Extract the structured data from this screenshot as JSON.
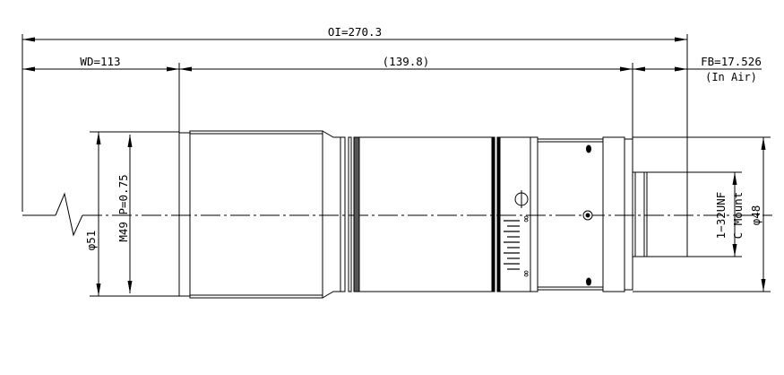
{
  "dimensions": {
    "overall_length": "OI=270.3",
    "working_distance": "WD=113",
    "body_length": "(139.8)",
    "flange_back": "FB=17.526",
    "flange_back_note": "(In Air)",
    "front_diameter": "φ51",
    "filter_thread": "M49 P=0.75",
    "mount_thread": "1−32UNF",
    "mount_type": "C Mount",
    "rear_diameter": "φ48"
  },
  "focus_scale": {
    "infinity_mark": "∞",
    "near_mark": "∞"
  }
}
